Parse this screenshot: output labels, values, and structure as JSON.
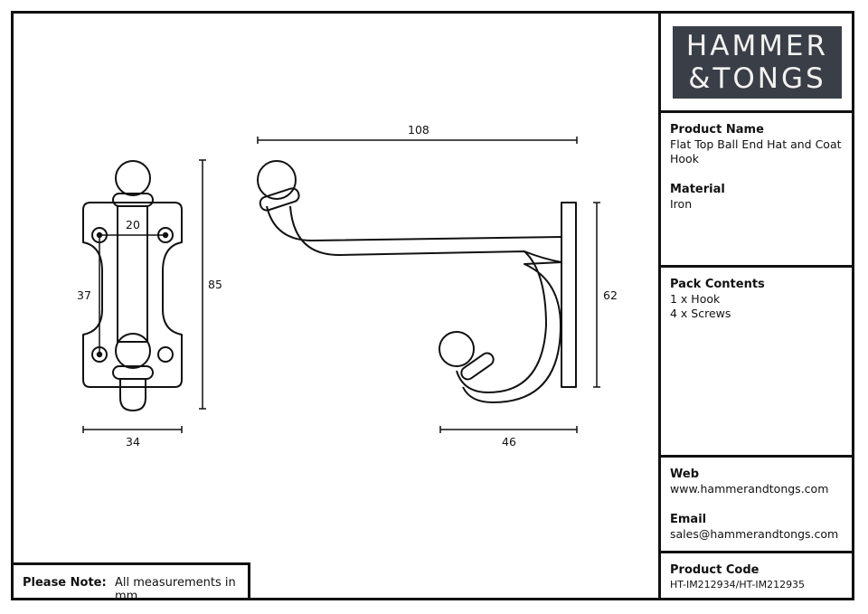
{
  "logo": {
    "line1": "HAMMER",
    "line2": "&TONGS"
  },
  "product_name": {
    "title": "Product Name",
    "value": "Flat Top Ball End Hat and Coat Hook"
  },
  "material": {
    "title": "Material",
    "value": "Iron"
  },
  "pack_contents": {
    "title": "Pack Contents",
    "items": [
      "1 x Hook",
      "4 x Screws"
    ]
  },
  "web": {
    "title": "Web",
    "value": "www.hammerandtongs.com"
  },
  "email": {
    "title": "Email",
    "value": "sales@hammerandtongs.com"
  },
  "product_code": {
    "title": "Product Code",
    "value": "HT-IM212934/HT-IM212935"
  },
  "note": {
    "label": "Please Note:",
    "text": "All measurements in mm"
  },
  "dimensions": {
    "front_hole_spacing": "20",
    "front_hole_vertical": "37",
    "front_height": "85",
    "front_width": "34",
    "side_length": "108",
    "side_height": "62",
    "side_projection": "46"
  }
}
